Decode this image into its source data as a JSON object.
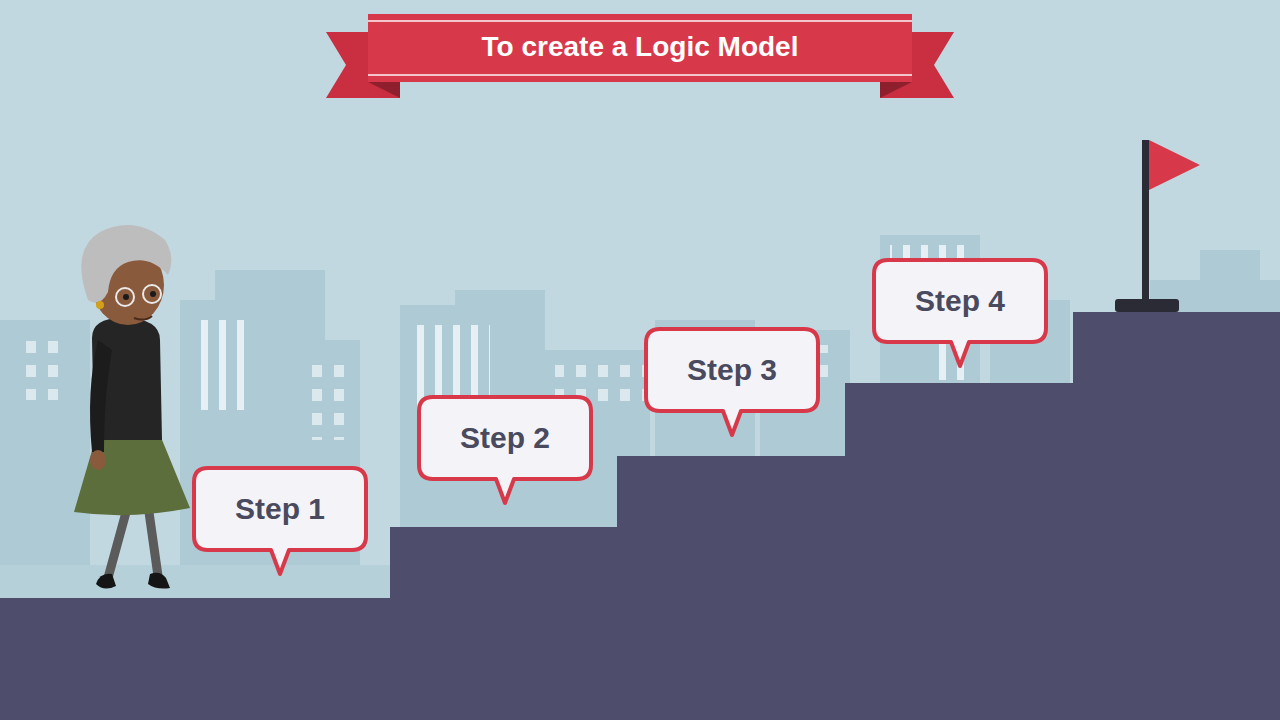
{
  "diagram": {
    "title": "To create a Logic Model",
    "nodes": [
      {
        "text": [
          "Step 1"
        ]
      },
      {
        "text": [
          "Step 2"
        ]
      },
      {
        "text": [
          "Step 3"
        ]
      },
      {
        "text": [
          "Step 4"
        ]
      }
    ]
  }
}
